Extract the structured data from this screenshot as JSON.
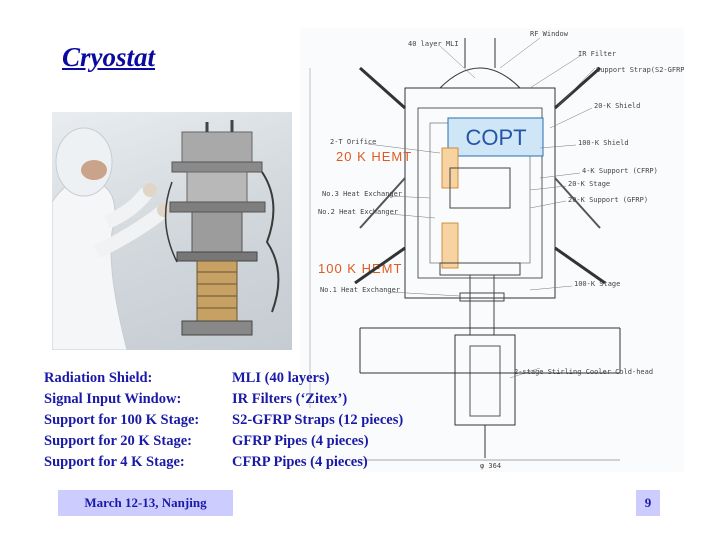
{
  "slide": {
    "title": "Cryostat",
    "footer": "March 12-13, Nanjing",
    "page_number": "9"
  },
  "specs": [
    {
      "label": "Radiation Shield:",
      "value": "MLI (40 layers)"
    },
    {
      "label": "Signal Input Window:",
      "value": "IR Filters (‘Zitex’)"
    },
    {
      "label": "Support for 100 K Stage:",
      "value": "S2-GFRP Straps (12 pieces)"
    },
    {
      "label": "Support for 20 K Stage:",
      "value": "GFRP Pipes (4 pieces)"
    },
    {
      "label": "Support for 4 K Stage:",
      "value": "CFRP Pipes (4 pieces)"
    }
  ],
  "drawing": {
    "copt_label": "COPT",
    "hemt20_label": "20 K HEMT",
    "hemt100_label": "100 K HEMT",
    "callouts": [
      "RF Window",
      "40 layer MLI",
      "IR Filter",
      "Support Strap(S2-GFRP)",
      "20-K Shield",
      "100-K Shield",
      "4-K Support (CFRP)",
      "20-K Stage",
      "20-K Support (GFRP)",
      "100-K Stage",
      "2-stage Stirling Cooler Cold-head",
      "2-T Orifice",
      "No.3 Heat Exchanger",
      "No.2 Heat Exchanger",
      "No.1 Heat Exchanger",
      "φ 364"
    ]
  }
}
